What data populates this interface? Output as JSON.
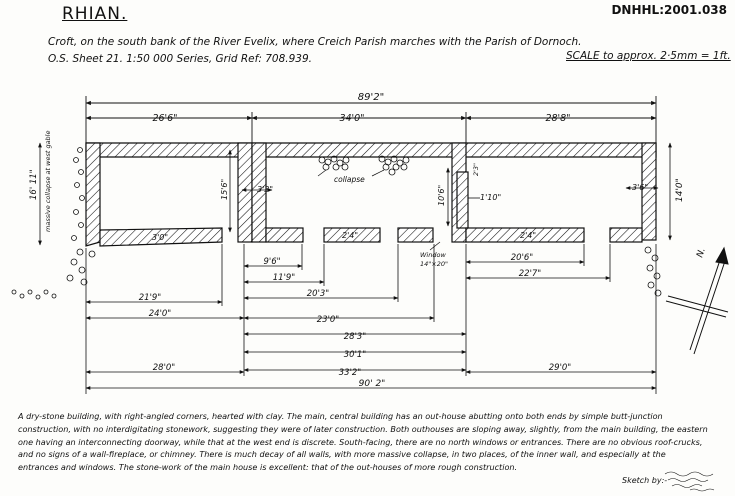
{
  "header": {
    "title": "RHIAN.",
    "reference": "DNHHL:2001.038",
    "subtitle": "Croft, on the south bank of the River Evelix, where Creich Parish marches with the Parish of Dornoch.",
    "series": "O.S. Sheet 21.  1:50 000 Series, Grid Ref: 708.939.",
    "scale": "SCALE to approx. 2·5mm = 1ft."
  },
  "dimensions": {
    "overall_top": "89'2\"",
    "west_house_top": "26'6\"",
    "main_house_top": "34'0\"",
    "east_house_top": "28'8\"",
    "west_height": "16' 11\"",
    "west_wall": "15'6\"",
    "wall_3_3": "3'3\"",
    "wall_10_6": "10'6\"",
    "wall_1_10": "1'10\"",
    "wall_2_3": "2'3\"",
    "east_wall_3_6": "3'6\"",
    "east_height": "14'0\"",
    "west_door": "3'0\"",
    "main_door": "2'4\"",
    "east_door": "2'4\"",
    "d_9_6": "9'6\"",
    "d_11_9": "11'9\"",
    "d_20_3": "20'3\"",
    "d_21_9": "21'9\"",
    "d_24_0": "24'0\"",
    "d_23_0": "23'0\"",
    "d_28_3": "28'3\"",
    "d_30_1": "30'1\"",
    "d_33_2": "33'2\"",
    "d_20_6": "20'6\"",
    "d_22_7": "22'7\"",
    "bottom_west": "28'0\"",
    "bottom_east": "29'0\"",
    "overall_bottom": "90' 2\""
  },
  "labels": {
    "collapse": "collapse",
    "window": "Window",
    "window_size": "14\"×20\"",
    "gable_note": "massive collapse at west gable",
    "north": "N."
  },
  "description": "A dry-stone building, with right-angled corners, hearted with clay. The main, central building has an out-house abutting onto both ends by simple butt-junction construction, with no interdigitating stonework, suggesting they were of later construction. Both outhouses are sloping away, slightly, from the main building, the eastern one having an interconnecting doorway, while that at the west end is discrete. South-facing, there are no north windows or entrances. There are no obvious roof-crucks, and no signs of a wall-fireplace, or chimney. There is much decay of all walls, with more massive collapse, in two places, of the inner wall, and especially at the entrances and windows. The stone-work of the main house is excellent: that of the out-houses of more rough construction.",
  "sketch": {
    "label": "Sketch by:-"
  },
  "colors": {
    "ink": "#111111",
    "paper": "#fdfdfb"
  }
}
